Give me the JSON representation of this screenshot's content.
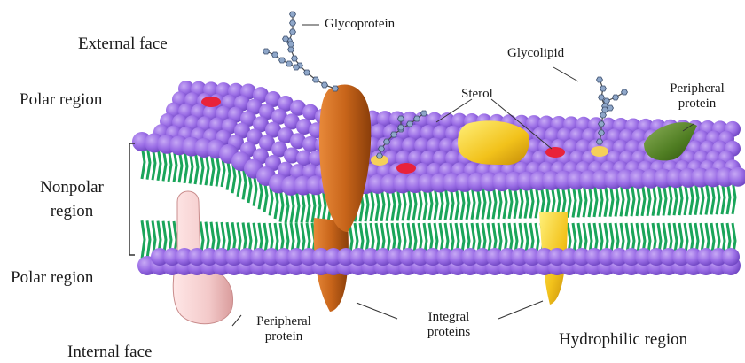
{
  "labels": {
    "external_face": "External face",
    "polar_region_top": "Polar region",
    "nonpolar_region_line1": "Nonpolar",
    "nonpolar_region_line2": "region",
    "polar_region_bottom": "Polar region",
    "internal_face": "Internal face",
    "glycoprotein": "Glycoprotein",
    "glycolipid": "Glycolipid",
    "sterol": "Sterol",
    "peripheral_protein_top_line1": "Peripheral",
    "peripheral_protein_top_line2": "protein",
    "peripheral_protein_bottom_line1": "Peripheral",
    "peripheral_protein_bottom_line2": "protein",
    "integral_proteins_line1": "Integral",
    "integral_proteins_line2": "proteins",
    "hydrophilic_region": "Hydrophilic region"
  },
  "colors": {
    "phospholipid_head": "#9b6ee6",
    "phospholipid_head_dark": "#6f45c2",
    "lipid_tail": "#1aa55a",
    "integral_protein_orange": "#c8651a",
    "integral_protein_yellow": "#f2c21b",
    "peripheral_protein_green": "#4f7d22",
    "peripheral_protein_pink": "#f3c9c9",
    "sterol_red": "#e8223a",
    "sterol_yellow": "#f5d05a",
    "carbohydrate_chain": "#8fa7c9"
  }
}
